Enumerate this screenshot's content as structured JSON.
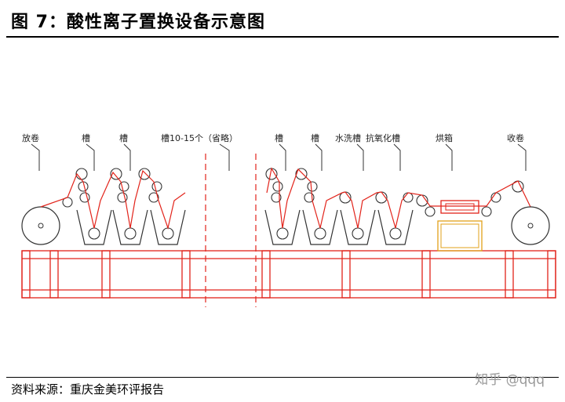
{
  "header": {
    "title": "图 7：酸性离子置换设备示意图"
  },
  "footer": {
    "source": "资料来源：重庆金美环评报告",
    "watermark": "知乎 @qqq"
  },
  "diagram": {
    "labels": {
      "unwind": "放卷",
      "tank1": "槽",
      "tank2": "槽",
      "tank_range": "槽10-15个（省略）",
      "tank3": "槽",
      "tank4": "槽",
      "wash_tank": "水洗槽",
      "antiox_tank": "抗氧化槽",
      "oven": "烘箱",
      "rewind": "收卷"
    },
    "colors": {
      "frame": "#e2231a",
      "film": "#e2231a",
      "equipment": "#333333",
      "dash": "#e2231a"
    }
  }
}
